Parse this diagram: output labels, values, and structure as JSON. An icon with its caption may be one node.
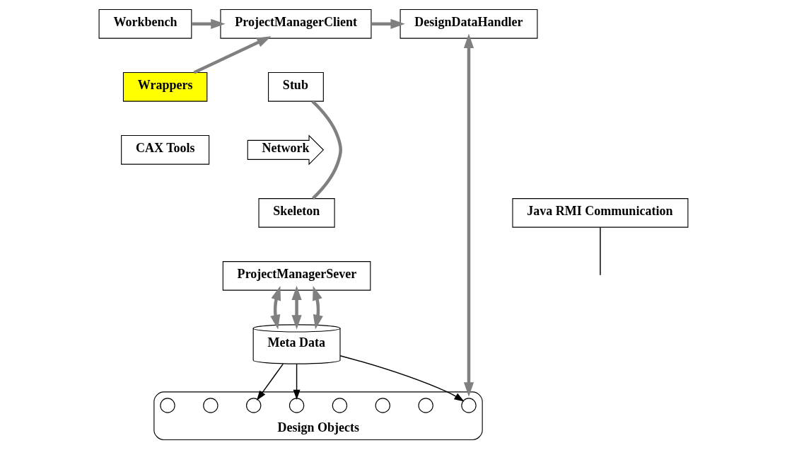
{
  "diagram": {
    "nodes": [
      {
        "text": [
          "Workbench"
        ]
      },
      {
        "text": [
          "Wrappers"
        ]
      },
      {
        "text": [
          "CAX Tools"
        ]
      },
      {
        "text": [
          "ProjectManagerClient"
        ]
      },
      {
        "text": [
          "Stub"
        ]
      },
      {
        "text": [
          "DesignDataHandler"
        ]
      },
      {
        "text": [
          "Network"
        ]
      },
      {
        "text": [
          "Java RMI Communication"
        ]
      },
      {
        "text": [
          "Skeleton"
        ]
      },
      {
        "text": [
          "ProjectManagerSever"
        ]
      },
      {
        "text": [
          "Meta Data"
        ]
      },
      {
        "text": [
          "Design Objects"
        ]
      },
      {
        "text": [],
        "shape": "circle",
        "in": 11
      },
      {
        "text": [],
        "shape": "circle",
        "in": 11
      },
      {
        "text": [],
        "shape": "circle",
        "in": 11
      },
      {
        "text": [],
        "shape": "circle",
        "in": 11
      },
      {
        "text": [],
        "shape": "circle",
        "in": 11
      },
      {
        "text": [],
        "shape": "circle",
        "in": 11
      },
      {
        "text": [],
        "shape": "circle",
        "in": 11
      },
      {
        "text": [],
        "shape": "circle",
        "in": 11
      }
    ],
    "edges": [
      {
        "from": 0,
        "to": 3,
        "arrow": "to"
      },
      {
        "from": 1,
        "to": 3,
        "arrow": "to"
      },
      {
        "from": 3,
        "to": 5,
        "arrow": "to"
      },
      {
        "from": 4,
        "to": 8,
        "arrow": "none"
      },
      {
        "from": 7,
        "to": null,
        "arrow": "none",
        "color": "#000000"
      },
      {
        "from": 5,
        "to": 11,
        "arrow": "both"
      },
      {
        "from": 9,
        "to": 10,
        "arrow": "both"
      },
      {
        "from": 9,
        "to": 10,
        "arrow": "both"
      },
      {
        "from": 9,
        "to": 10,
        "arrow": "both"
      },
      {
        "from": 10,
        "to": 12,
        "arrow": "to",
        "color": "#000000"
      },
      {
        "from": 10,
        "to": 16,
        "arrow": "to",
        "color": "#000000"
      },
      {
        "from": 10,
        "to": 17,
        "arrow": "to",
        "color": "#000000"
      }
    ]
  }
}
